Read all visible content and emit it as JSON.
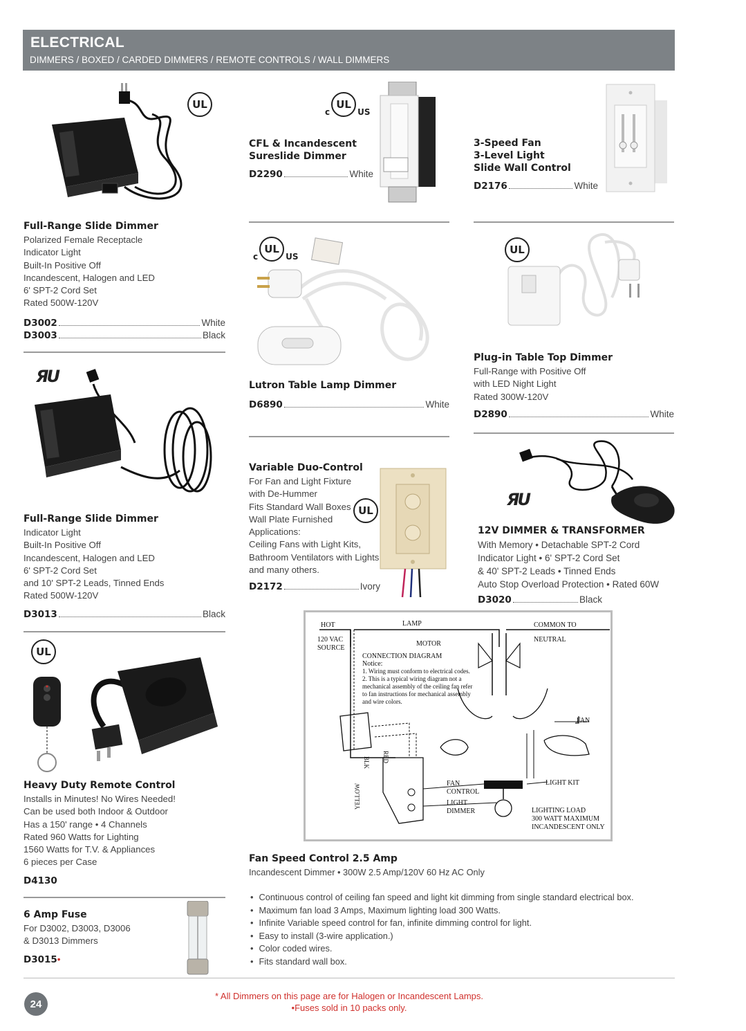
{
  "header": {
    "title": "ELECTRICAL",
    "subtitle": "DIMMERS /  BOXED / CARDED DIMMERS / REMOTE CONTROLS / WALL DIMMERS"
  },
  "products": {
    "p1": {
      "title": "Full-Range Slide Dimmer",
      "lines": [
        "Polarized Female Receptacle",
        "Indicator Light",
        "Built-In Positive Off",
        "Incandescent, Halogen and LED",
        "6' SPT-2 Cord Set",
        "Rated 500W-120V"
      ],
      "skus": [
        {
          "code": "D3002",
          "color": "White"
        },
        {
          "code": "D3003",
          "color": "Black"
        }
      ]
    },
    "p2": {
      "title": "Full-Range Slide Dimmer",
      "lines": [
        "Indicator Light",
        "Built-In Positive Off",
        "Incandescent, Halogen and LED",
        "6' SPT-2 Cord Set",
        "and 10' SPT-2 Leads,  Tinned Ends",
        "Rated 500W-120V"
      ],
      "skus": [
        {
          "code": "D3013",
          "color": "Black"
        }
      ]
    },
    "p3": {
      "title": "Heavy Duty Remote Control",
      "lines": [
        "Installs in Minutes! No Wires Needed!",
        "Can be used both Indoor & Outdoor",
        "Has a 150' range • 4 Channels",
        "Rated 960 Watts for Lighting",
        "1560 Watts for T.V. & Appliances",
        "6 pieces per Case"
      ],
      "sku": "D4130"
    },
    "p4": {
      "title": "6 Amp Fuse",
      "lines": [
        "For D3002, D3003, D3006",
        "& D3013 Dimmers"
      ],
      "sku": "D3015",
      "mark": "•"
    },
    "p5": {
      "title1": "CFL & Incandescent",
      "title2": "Sureslide Dimmer",
      "sku": {
        "code": "D2290",
        "color": "White"
      }
    },
    "p6": {
      "title": "Lutron Table Lamp Dimmer",
      "sku": {
        "code": "D6890",
        "color": "White"
      }
    },
    "p7": {
      "title": "Variable Duo-Control",
      "lines": [
        "For Fan and Light Fixture",
        "with De-Hummer",
        "Fits Standard Wall Boxes",
        "Wall Plate Furnished",
        "Applications:",
        "Ceiling Fans with Light Kits,",
        "Bathroom Ventilators with Lights,",
        "and many others."
      ],
      "sku": {
        "code": "D2172",
        "color": "Ivory"
      }
    },
    "p8": {
      "title1": "3-Speed Fan",
      "title2": "3-Level Light",
      "title3": "Slide Wall Control",
      "sku": {
        "code": "D2176",
        "color": "White"
      }
    },
    "p9": {
      "title": "Plug-in Table Top Dimmer",
      "lines": [
        "Full-Range with Positive Off",
        "with LED Night Light",
        "Rated 300W-120V"
      ],
      "sku": {
        "code": "D2890",
        "color": "White"
      }
    },
    "p10": {
      "title": "12V DIMMER & TRANSFORMER",
      "lines": [
        "With Memory • Detachable SPT-2 Cord",
        "Indicator Light • 6' SPT-2 Cord Set",
        "& 40' SPT-2 Leads • Tinned Ends",
        "Auto Stop Overload Protection • Rated 60W"
      ],
      "sku": {
        "code": "D3020",
        "color": "Black"
      }
    }
  },
  "diagram": {
    "hot": "HOT",
    "lamp": "LAMP",
    "common": "COMMON TO",
    "neutral": "NEUTRAL",
    "source1": "120 VAC",
    "source2": "SOURCE",
    "motor": "MOTOR",
    "conn": "CONNECTION DIAGRAM",
    "notice": "Notice:",
    "n1": "1. Wiring must conform to electrical codes.",
    "n2a": "2. This is a typical wiring diagram not a",
    "n2b": "mechanical assembly of the ceiling fan refer",
    "n2c": "to fan instructions for mechanical assembly",
    "n2d": "and wire colors.",
    "fan": "FAN",
    "blk": "BLK",
    "red": "RED",
    "yellow": "YELLOW",
    "fanctrl1": "FAN",
    "fanctrl2": "CONTROL",
    "light1": "LIGHT",
    "light2": "DIMMER",
    "lightkit": "LIGHT KIT",
    "load1": "LIGHTING LOAD",
    "load2": "300 WATT MAXIMUM",
    "load3": "INCANDESCENT ONLY"
  },
  "fan_speed": {
    "title": "Fan Speed Control 2.5 Amp",
    "subtitle": "Incandescent Dimmer • 300W 2.5 Amp/120V 60 Hz AC Only",
    "bullets": [
      "Continuous control of ceiling fan speed and light kit dimming from single standard electrical box.",
      "Maximum fan load 3 Amps, Maximum lighting load 300 Watts.",
      "Infinite Variable speed control for fan, infinite dimming control for light.",
      "Easy to install (3-wire application.)",
      "Color coded wires.",
      "Fits standard wall box."
    ]
  },
  "badges": {
    "ul": "UL",
    "c": "c",
    "us": "US",
    "ru": "ЯU"
  },
  "footer": {
    "page": "24",
    "note1": "* All Dimmers on this page are for Halogen or Incandescent Lamps.",
    "note2": "•Fuses sold in 10 packs only."
  },
  "colors": {
    "header_bg": "#7d8286",
    "accent_red": "#d0312d",
    "rule": "#9a9a9a"
  }
}
